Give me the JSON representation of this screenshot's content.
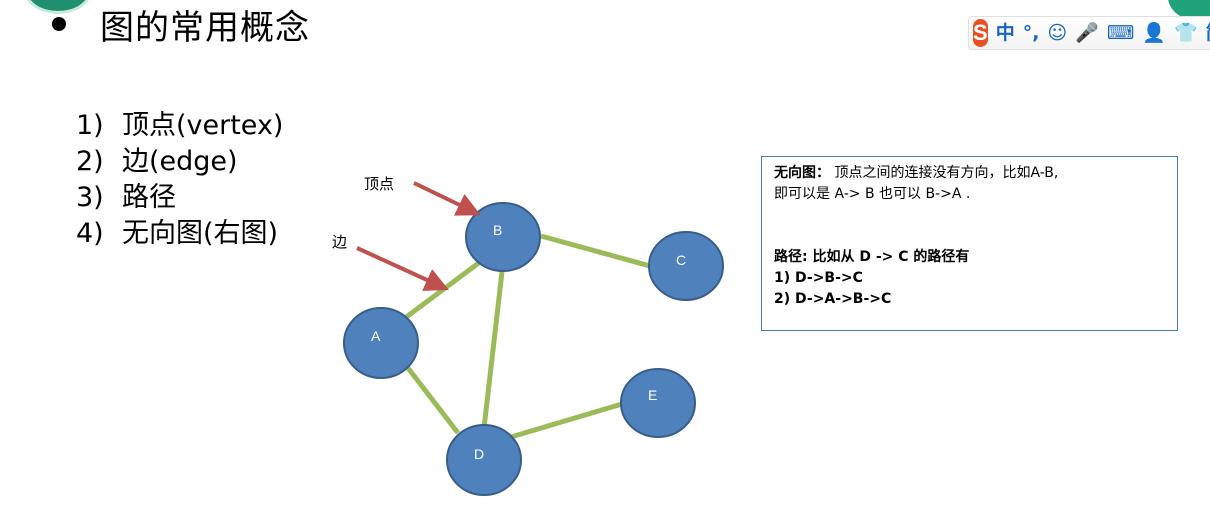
{
  "header": {
    "title": "图的常用概念"
  },
  "ime_toolbar": {
    "logo": "S",
    "items": [
      {
        "text": "中",
        "icon": "chinese-mode-icon"
      },
      {
        "text": "°,",
        "icon": "punctuation-icon"
      },
      {
        "text": "☺",
        "icon": "emoji-icon"
      },
      {
        "text": "🎤",
        "icon": "microphone-icon"
      },
      {
        "text": "⌨",
        "icon": "keyboard-icon"
      },
      {
        "text": "👤",
        "icon": "user-icon"
      },
      {
        "text": "👕",
        "icon": "skin-icon"
      },
      {
        "text": "简",
        "icon": "simplified-icon"
      }
    ]
  },
  "concepts": [
    {
      "num": "1)",
      "text": "顶点(vertex)"
    },
    {
      "num": "2)",
      "text": "边(edge)"
    },
    {
      "num": "3)",
      "text": "路径"
    },
    {
      "num": "4)",
      "text": "无向图(右图)"
    }
  ],
  "diagram": {
    "nodes": [
      "B",
      "C",
      "A",
      "D",
      "E"
    ],
    "edges": [
      [
        "B",
        "C"
      ],
      [
        "A",
        "B"
      ],
      [
        "B",
        "D"
      ],
      [
        "A",
        "D"
      ],
      [
        "D",
        "E"
      ]
    ],
    "annotations": {
      "vertex": "顶点",
      "edge": "边"
    },
    "colors": {
      "node_fill": "#4f81bd",
      "node_stroke": "#385d8a",
      "edge": "#9bbb59",
      "arrow": "#c0504d"
    }
  },
  "info": {
    "undirected_label": "无向图：",
    "undirected_text": " 顶点之间的连接没有方向，比如A-B,",
    "undirected_text2": "即可以是 A-> B 也可以 B->A .",
    "path_heading": "路径: 比如从 D -> C 的路径有",
    "path_1": "1) D->B->C",
    "path_2": "2) D->A->B->C"
  }
}
